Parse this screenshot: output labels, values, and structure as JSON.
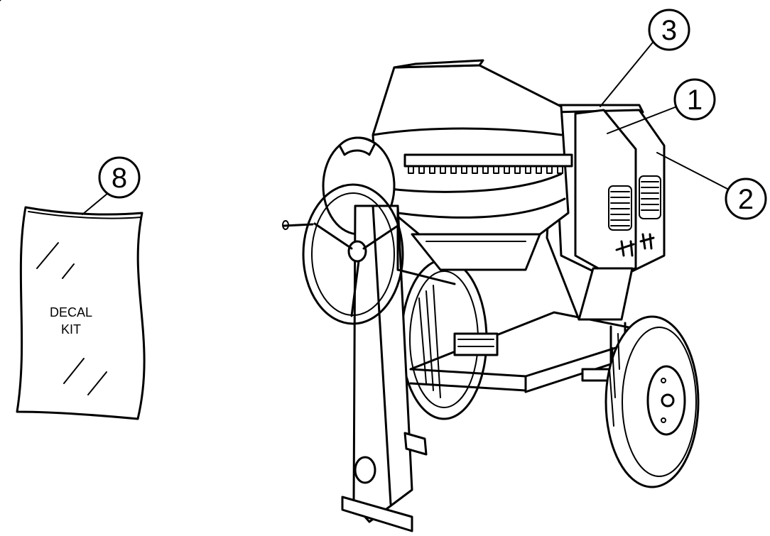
{
  "callouts": [
    {
      "label": "1"
    },
    {
      "label": "2"
    },
    {
      "label": "3"
    },
    {
      "label": "8"
    }
  ],
  "decal": {
    "line1": "DECAL",
    "line2": "KIT"
  }
}
